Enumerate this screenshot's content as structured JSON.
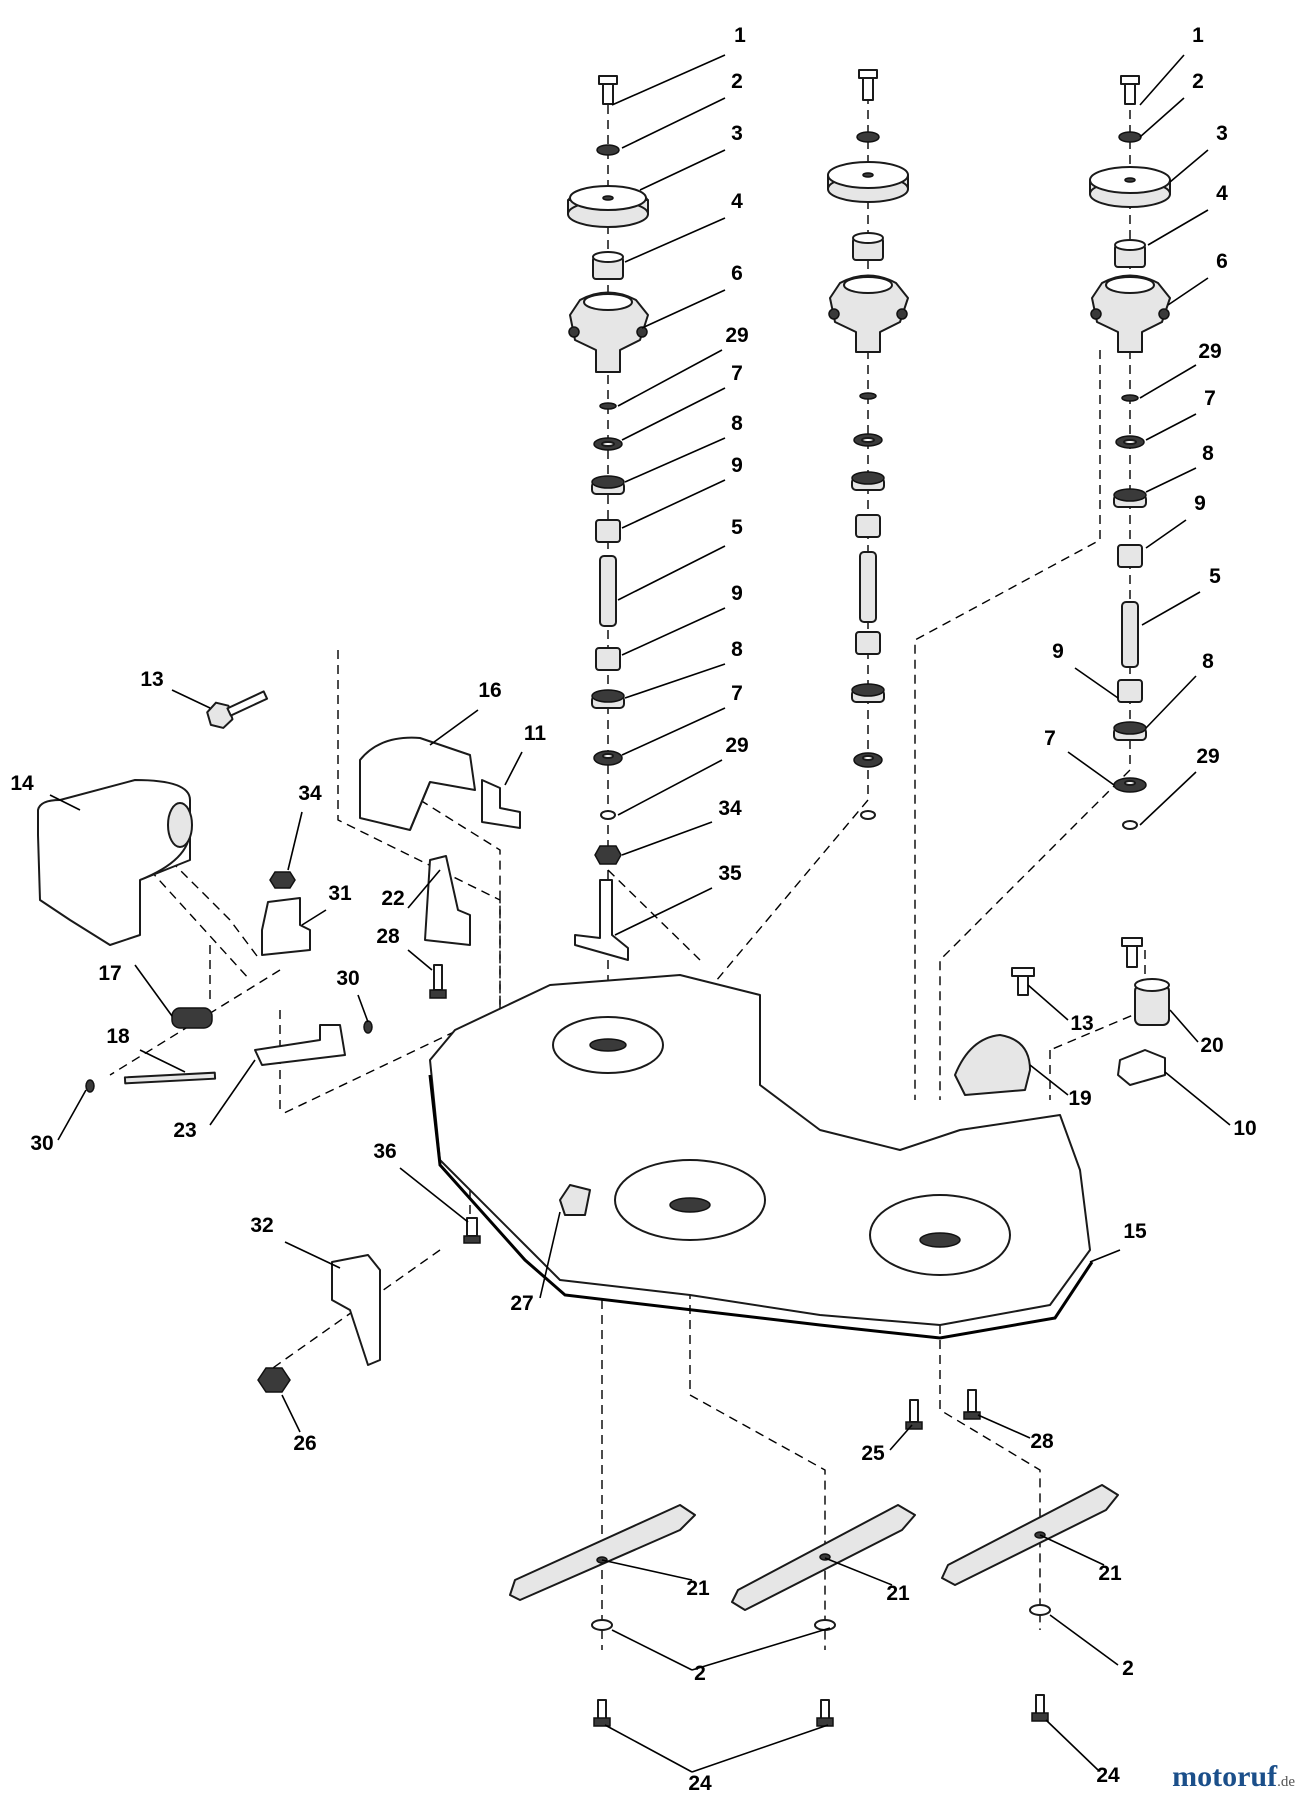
{
  "callouts": [
    {
      "label": "1",
      "id": "c1a"
    },
    {
      "label": "2",
      "id": "c2a"
    },
    {
      "label": "3",
      "id": "c3a"
    },
    {
      "label": "4",
      "id": "c4a"
    },
    {
      "label": "6",
      "id": "c6a"
    },
    {
      "label": "29",
      "id": "c29a"
    },
    {
      "label": "7",
      "id": "c7a"
    },
    {
      "label": "8",
      "id": "c8a"
    },
    {
      "label": "9",
      "id": "c9a"
    },
    {
      "label": "5",
      "id": "c5a"
    },
    {
      "label": "9",
      "id": "c9b"
    },
    {
      "label": "8",
      "id": "c8b"
    },
    {
      "label": "7",
      "id": "c7b"
    },
    {
      "label": "29",
      "id": "c29b"
    },
    {
      "label": "34",
      "id": "c34a"
    },
    {
      "label": "35",
      "id": "c35"
    },
    {
      "label": "1",
      "id": "c1b"
    },
    {
      "label": "2",
      "id": "c2b"
    },
    {
      "label": "3",
      "id": "c3b"
    },
    {
      "label": "4",
      "id": "c4b"
    },
    {
      "label": "6",
      "id": "c6b"
    },
    {
      "label": "29",
      "id": "c29c"
    },
    {
      "label": "7",
      "id": "c7c"
    },
    {
      "label": "8",
      "id": "c8c"
    },
    {
      "label": "9",
      "id": "c9c"
    },
    {
      "label": "5",
      "id": "c5b"
    },
    {
      "label": "9",
      "id": "c9d"
    },
    {
      "label": "8",
      "id": "c8d"
    },
    {
      "label": "7",
      "id": "c7d"
    },
    {
      "label": "29",
      "id": "c29d"
    },
    {
      "label": "13",
      "id": "c13a"
    },
    {
      "label": "16",
      "id": "c16"
    },
    {
      "label": "11",
      "id": "c11"
    },
    {
      "label": "14",
      "id": "c14"
    },
    {
      "label": "34",
      "id": "c34b"
    },
    {
      "label": "31",
      "id": "c31"
    },
    {
      "label": "17",
      "id": "c17"
    },
    {
      "label": "22",
      "id": "c22"
    },
    {
      "label": "28",
      "id": "c28a"
    },
    {
      "label": "30",
      "id": "c30a"
    },
    {
      "label": "18",
      "id": "c18"
    },
    {
      "label": "23",
      "id": "c23"
    },
    {
      "label": "30",
      "id": "c30b"
    },
    {
      "label": "13",
      "id": "c13b"
    },
    {
      "label": "20",
      "id": "c20"
    },
    {
      "label": "19",
      "id": "c19"
    },
    {
      "label": "10",
      "id": "c10"
    },
    {
      "label": "36",
      "id": "c36"
    },
    {
      "label": "15",
      "id": "c15"
    },
    {
      "label": "32",
      "id": "c32"
    },
    {
      "label": "27",
      "id": "c27"
    },
    {
      "label": "26",
      "id": "c26"
    },
    {
      "label": "25",
      "id": "c25"
    },
    {
      "label": "28",
      "id": "c28b"
    },
    {
      "label": "21",
      "id": "c21a"
    },
    {
      "label": "21",
      "id": "c21b"
    },
    {
      "label": "21",
      "id": "c21c"
    },
    {
      "label": "2",
      "id": "c2c"
    },
    {
      "label": "2",
      "id": "c2d"
    },
    {
      "label": "24",
      "id": "c24a"
    },
    {
      "label": "24",
      "id": "c24b"
    }
  ],
  "watermark": {
    "brand": "motoruf",
    "suffix": ".de"
  }
}
